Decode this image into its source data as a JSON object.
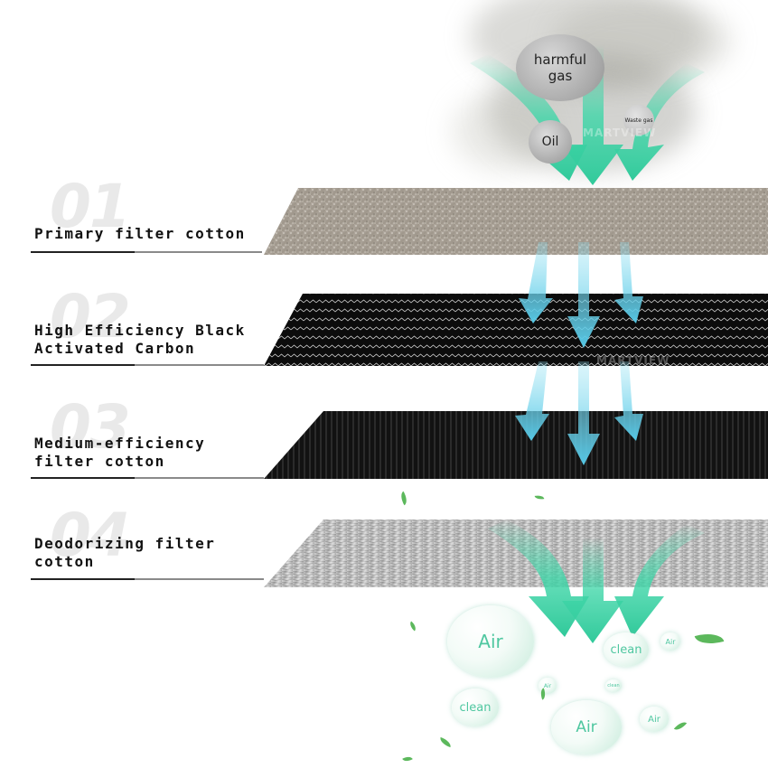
{
  "top": {
    "gas_label": "harmful gas",
    "waste_label": "Waste gas",
    "oil_label": "Oil"
  },
  "layers": [
    {
      "num": "01",
      "label_lines": [
        "Primary filter cotton"
      ]
    },
    {
      "num": "02",
      "label_lines": [
        "High Efficiency Black",
        "Activated Carbon"
      ]
    },
    {
      "num": "03",
      "label_lines": [
        "Medium-efficiency",
        "filter cotton"
      ]
    },
    {
      "num": "04",
      "label_lines": [
        "Deodorizing filter",
        "cotton"
      ]
    }
  ],
  "bubbles": {
    "air": "Air",
    "clean": "clean"
  },
  "watermark": "MARTVIEW",
  "colors": {
    "arrow_teal": "#3fd6a8",
    "arrow_blue": "#6fd3ea",
    "bubble_text": "#4fc7a0",
    "leaf": "#5cb85c"
  }
}
